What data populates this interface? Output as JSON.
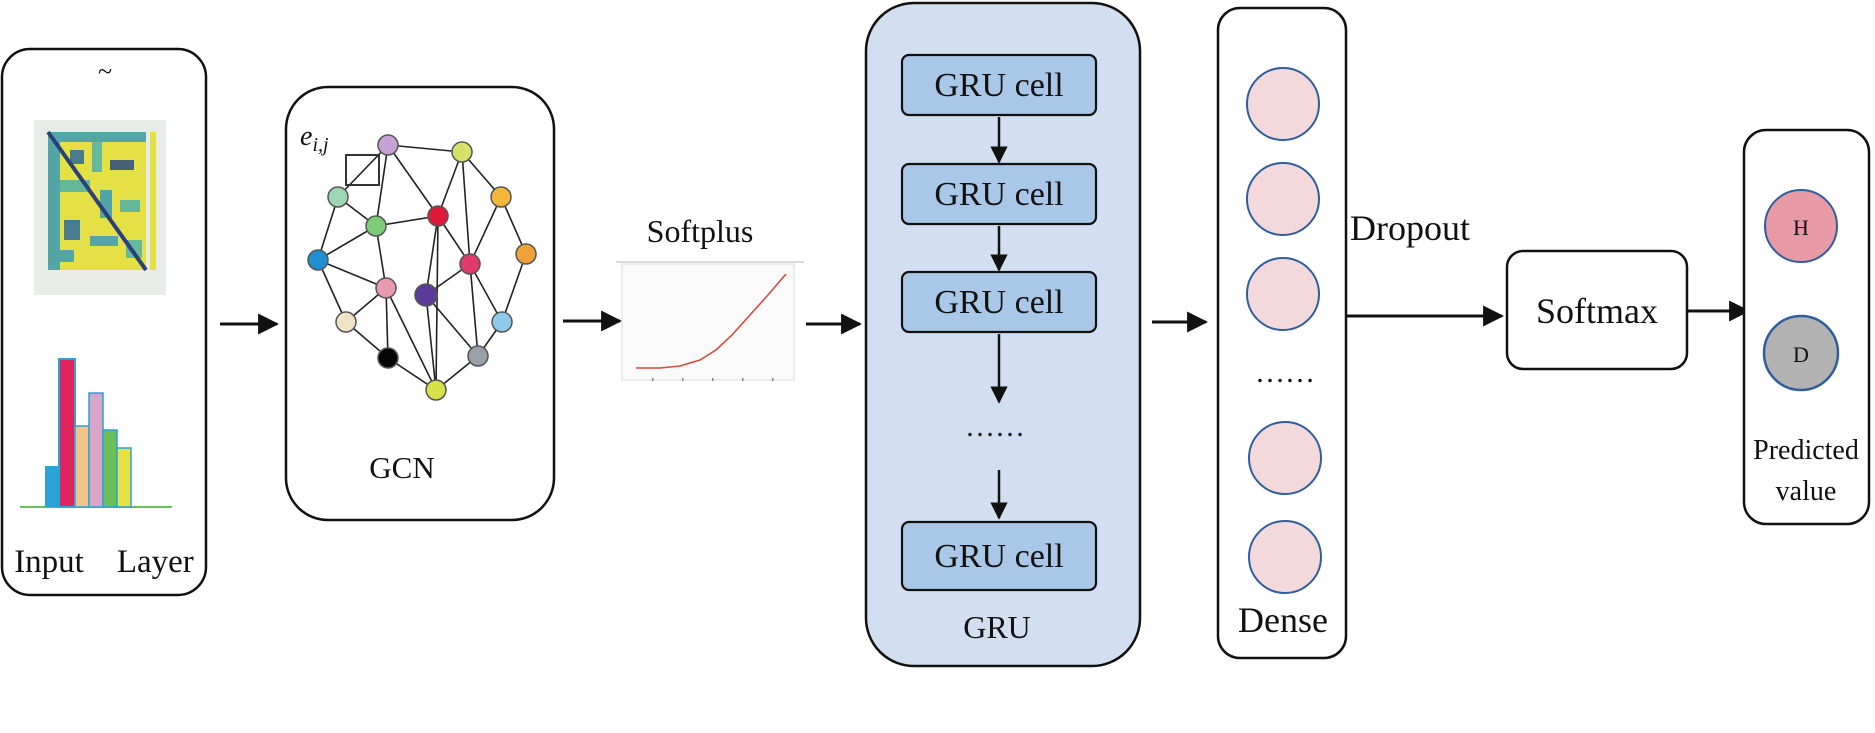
{
  "input_layer": {
    "tilde": "~",
    "label": "Input Layer"
  },
  "gcn": {
    "edge_label": "e",
    "edge_sub": "i,j",
    "label": "GCN"
  },
  "softplus": {
    "label": "Softplus"
  },
  "gru": {
    "cells": [
      "GRU cell",
      "GRU cell",
      "GRU cell",
      "GRU cell"
    ],
    "ellipsis": "……",
    "label": "GRU"
  },
  "dense": {
    "ellipsis": "……",
    "label": "Dense"
  },
  "dropout": {
    "label": "Dropout"
  },
  "softmax": {
    "label": "Softmax"
  },
  "output": {
    "classes": [
      "H",
      "D"
    ],
    "label_line1": "Predicted",
    "label_line2": "value"
  },
  "colors": {
    "gru_panel": "#d1dff0",
    "gru_cell": "#a9c7e6",
    "neuron_fill": "#f4d9dc",
    "neuron_stroke": "#2f5e9e",
    "class_h": "#e89aa6",
    "class_d": "#b3b3b3"
  }
}
